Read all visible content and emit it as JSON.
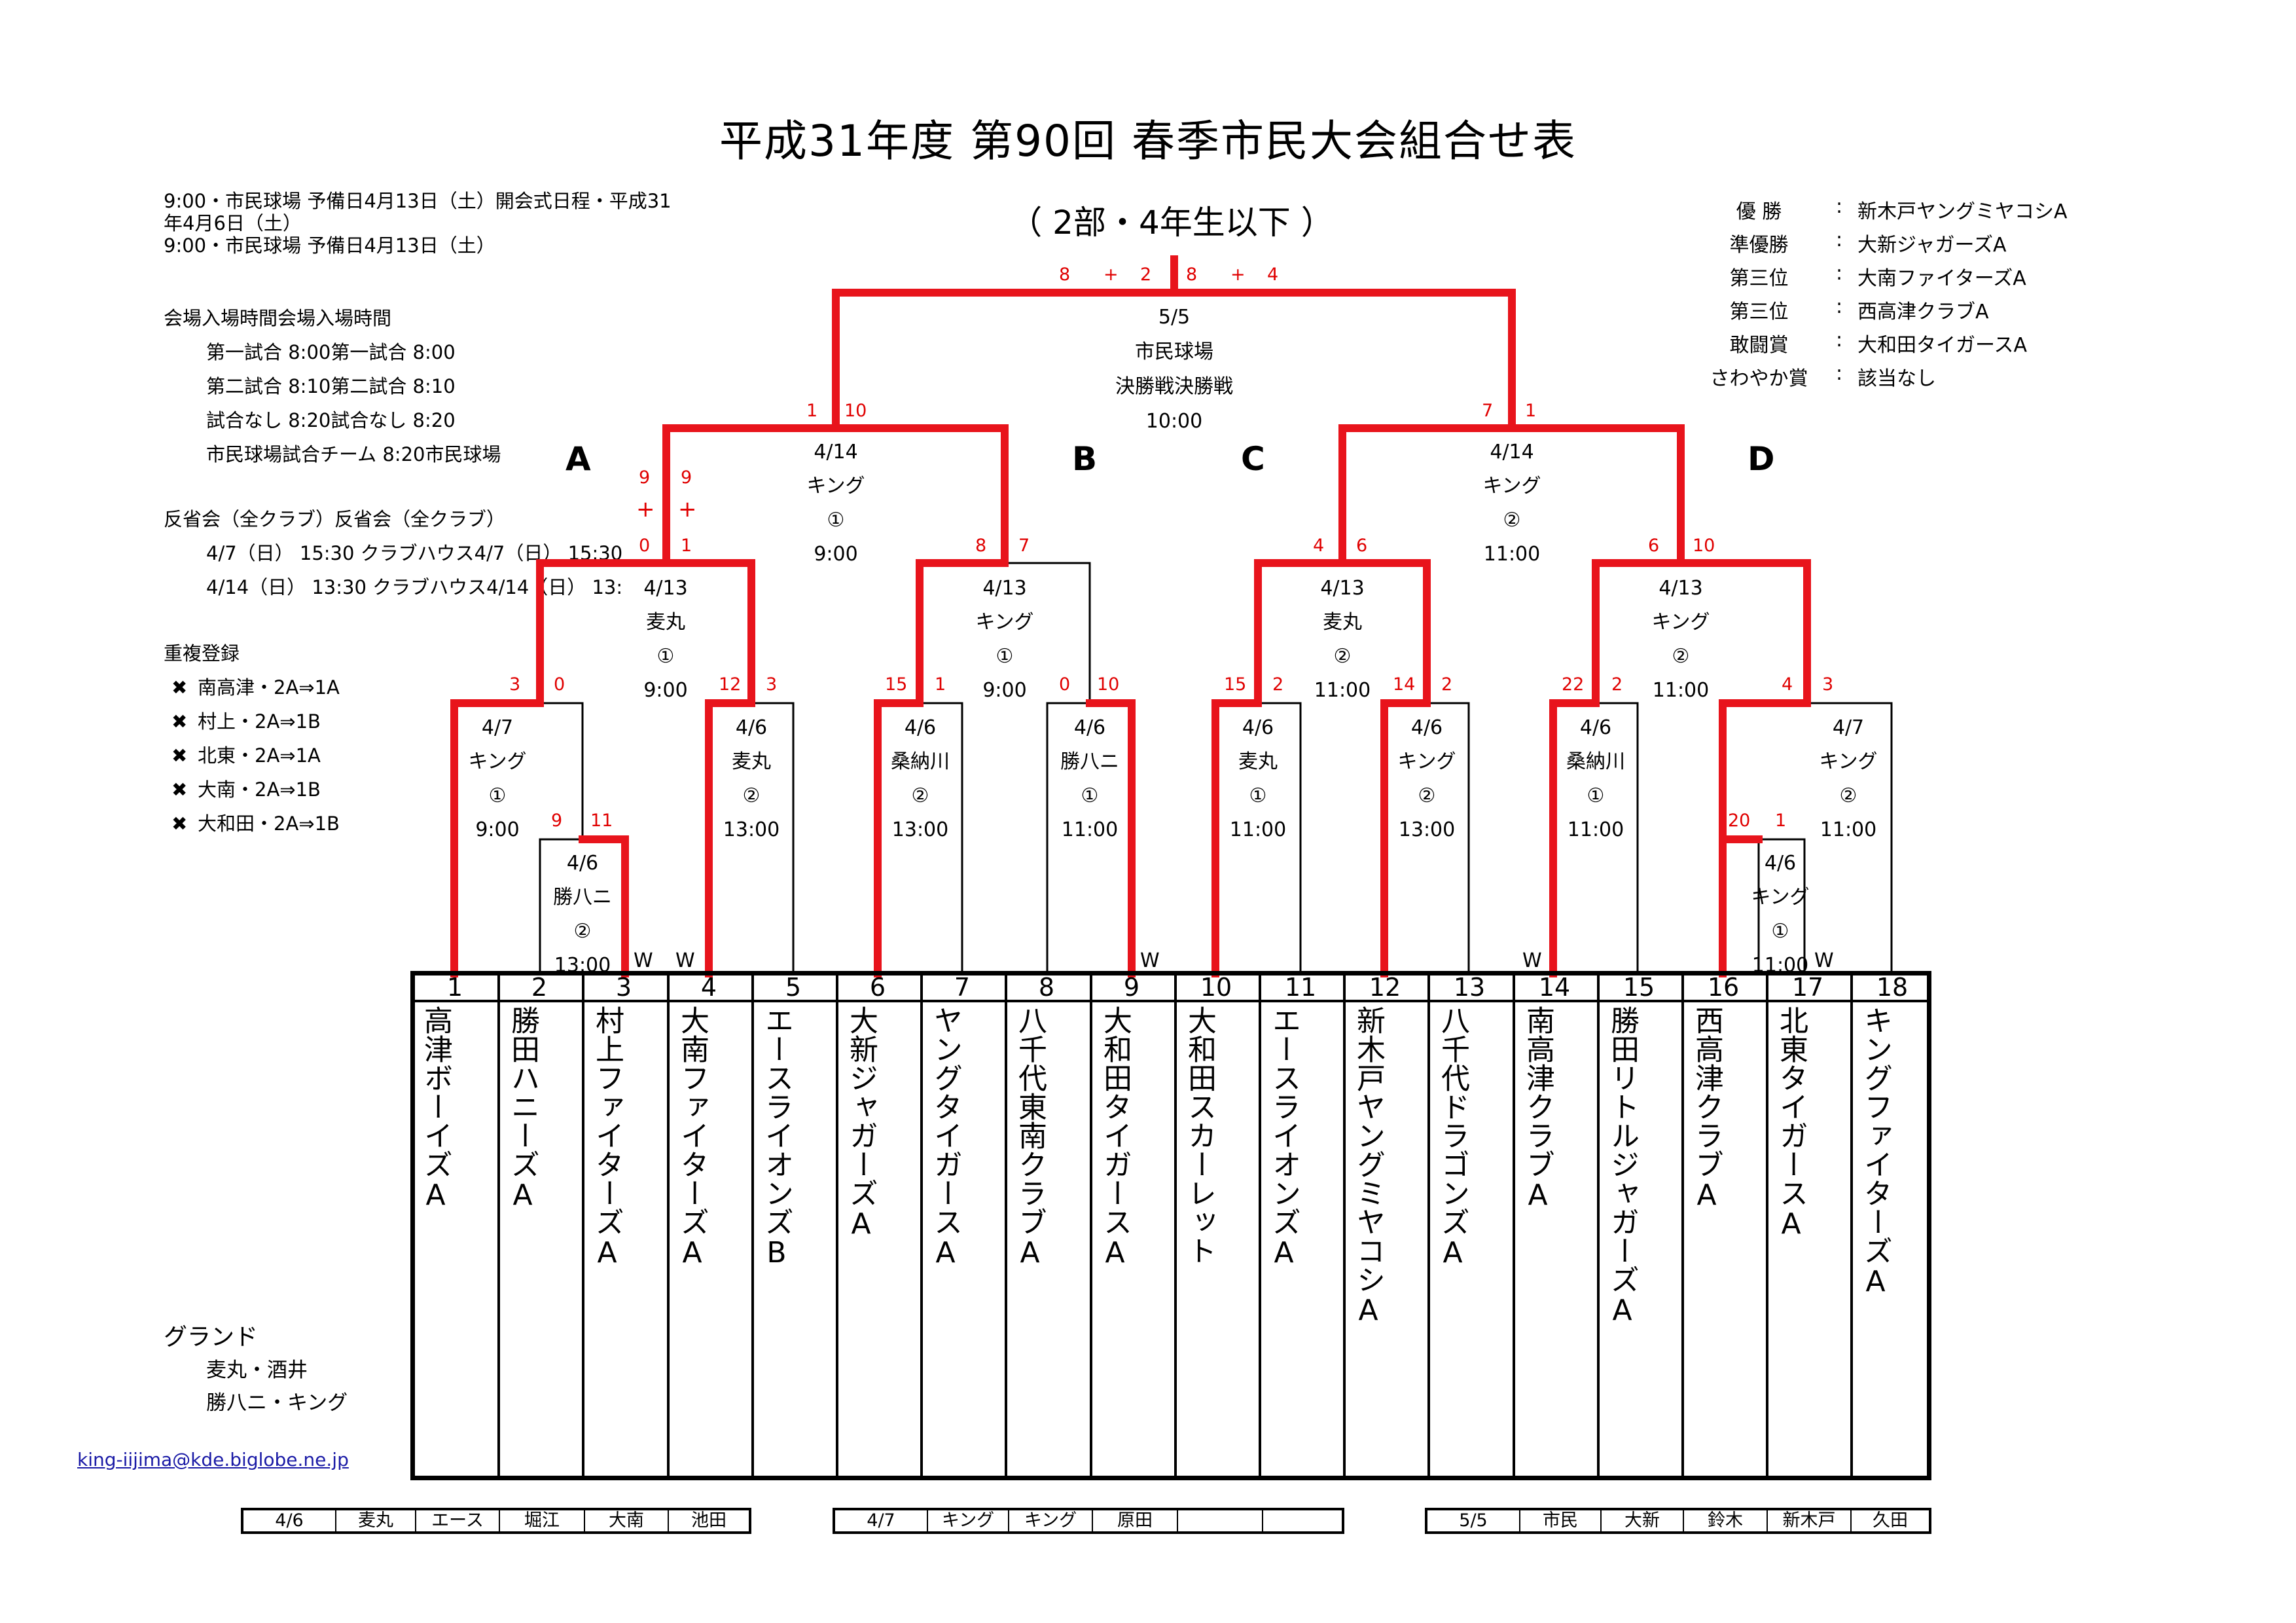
{
  "title": "平成31年度 第90回 春季市民大会組合せ表",
  "subtitle": "（ 2部・4年生以下 ）",
  "left_notes": {
    "schedule": [
      "9:00・市民球場 予備日4月13日（土）開会式日程・平成31",
      "年4月6日（土）",
      "9:00・市民球場 予備日4月13日（土）"
    ],
    "entry_title": "会場入場時間会場入場時間",
    "entry_lines": [
      "第一試合 8:00第一試合 8:00",
      "第二試合 8:10第二試合 8:10",
      "試合なし 8:20試合なし 8:20",
      "市民球場試合チーム 8:20市民球場"
    ],
    "review_title": "反省会（全クラブ）反省会（全クラブ）",
    "review_lines": [
      "4/7（日） 15:30 クラブハウス4/7（日） 15:30",
      "4/14（日） 13:30 クラブハウス4/14（日） 13:"
    ],
    "dup_title": "重複登録",
    "dup_mark": "✖",
    "dup_lines": [
      "南高津・2A⇒1A",
      "村上・2A⇒1B",
      "北東・2A⇒1A",
      "大南・2A⇒1B",
      "大和田・2A⇒1B"
    ],
    "ground_title": "グランド",
    "ground_lines": [
      "麦丸・酒井",
      "勝八ニ・キング"
    ],
    "email": "king-iijima@kde.biglobe.ne.jp"
  },
  "results": [
    {
      "label": "優 勝",
      "colon": ":",
      "value": "新木戸ヤングミヤコシA"
    },
    {
      "label": "準優勝",
      "colon": ":",
      "value": "大新ジャガーズA"
    },
    {
      "label": "第三位",
      "colon": ":",
      "value": "大南ファイターズA"
    },
    {
      "label": "第三位",
      "colon": ":",
      "value": "西高津クラブA"
    },
    {
      "label": "敢闘賞",
      "colon": ":",
      "value": "大和田タイガースA"
    },
    {
      "label": "さわやか賞",
      "colon": ":",
      "value": "該当なし"
    }
  ],
  "blocks": [
    "A",
    "B",
    "C",
    "D"
  ],
  "colors": {
    "winner_line": "#e8141c",
    "score": "#e00000",
    "line": "#000000",
    "link": "#1a1aa6"
  },
  "teams": [
    {
      "num": "1",
      "name": "高津ボーイズA"
    },
    {
      "num": "2",
      "name": "勝田ハニーズA"
    },
    {
      "num": "3",
      "name": "村上ファイターズA"
    },
    {
      "num": "4",
      "name": "大南ファイターズA"
    },
    {
      "num": "5",
      "name": "エースライオンズB"
    },
    {
      "num": "6",
      "name": "大新ジャガーズA"
    },
    {
      "num": "7",
      "name": "ヤングタイガースA"
    },
    {
      "num": "8",
      "name": "八千代東南クラブA"
    },
    {
      "num": "9",
      "name": "大和田タイガースA"
    },
    {
      "num": "10",
      "name": "大和田スカーレット"
    },
    {
      "num": "11",
      "name": "エースライオンズA"
    },
    {
      "num": "12",
      "name": "新木戸ヤングミヤコシA"
    },
    {
      "num": "13",
      "name": "八千代ドラゴンズA"
    },
    {
      "num": "14",
      "name": "南高津クラブA"
    },
    {
      "num": "15",
      "name": "勝田リトルジャガーズA"
    },
    {
      "num": "16",
      "name": "西高津クラブA"
    },
    {
      "num": "17",
      "name": "北東タイガースA"
    },
    {
      "num": "18",
      "name": "キングファイターズA"
    }
  ],
  "matches": [
    {
      "id": "r0-m1",
      "lines": [
        "4/6",
        "勝八ニ",
        "②",
        "13:00"
      ],
      "scores": [
        "9",
        "11"
      ]
    },
    {
      "id": "r0-m2",
      "lines": [
        "4/6",
        "キング",
        "①",
        "11:00"
      ],
      "scores": [
        "20",
        "1"
      ]
    },
    {
      "id": "r1-m1",
      "lines": [
        "4/7",
        "キング",
        "①",
        "9:00"
      ],
      "scores": [
        "3",
        "0"
      ]
    },
    {
      "id": "r1-m2",
      "lines": [
        "4/6",
        "麦丸",
        "②",
        "13:00"
      ],
      "scores": [
        "12",
        "3"
      ]
    },
    {
      "id": "r1-m3",
      "lines": [
        "4/6",
        "桑納川",
        "②",
        "13:00"
      ],
      "scores": [
        "15",
        "1"
      ]
    },
    {
      "id": "r1-m4",
      "lines": [
        "4/6",
        "勝八ニ",
        "①",
        "11:00"
      ],
      "scores": [
        "0",
        "10"
      ]
    },
    {
      "id": "r1-m5",
      "lines": [
        "4/6",
        "麦丸",
        "①",
        "11:00"
      ],
      "scores": [
        "15",
        "2"
      ]
    },
    {
      "id": "r1-m6",
      "lines": [
        "4/6",
        "キング",
        "②",
        "13:00"
      ],
      "scores": [
        "14",
        "2"
      ]
    },
    {
      "id": "r1-m7",
      "lines": [
        "4/6",
        "桑納川",
        "①",
        "11:00"
      ],
      "scores": [
        "22",
        "2"
      ]
    },
    {
      "id": "r1-m8",
      "lines": [
        "4/7",
        "キング",
        "②",
        "11:00"
      ],
      "scores": [
        "4",
        "3"
      ]
    },
    {
      "id": "r2-m1",
      "lines": [
        "4/13",
        "麦丸",
        "①",
        "9:00"
      ],
      "scores": [
        "0",
        "1"
      ],
      "pre": [
        "9",
        "9"
      ]
    },
    {
      "id": "r2-m2",
      "lines": [
        "4/13",
        "キング",
        "①",
        "9:00"
      ],
      "scores": [
        "8",
        "7"
      ]
    },
    {
      "id": "r2-m3",
      "lines": [
        "4/13",
        "麦丸",
        "②",
        "11:00"
      ],
      "scores": [
        "4",
        "6"
      ]
    },
    {
      "id": "r2-m4",
      "lines": [
        "4/13",
        "キング",
        "②",
        "11:00"
      ],
      "scores": [
        "6",
        "10"
      ]
    },
    {
      "id": "r3-m1",
      "lines": [
        "4/14",
        "キング",
        "①",
        "9:00"
      ],
      "scores": [
        "1",
        "10"
      ]
    },
    {
      "id": "r3-m2",
      "lines": [
        "4/14",
        "キング",
        "②",
        "11:00"
      ],
      "scores": [
        "7",
        "1"
      ]
    },
    {
      "id": "final",
      "lines": [
        "5/5",
        "市民球場",
        "決勝戦決勝戦",
        "10:00"
      ],
      "scores": [
        "8",
        "+",
        "2",
        "8",
        "+",
        "4"
      ]
    }
  ],
  "plus": "+",
  "walkover": "W",
  "umpire_tables": [
    [
      "4/6",
      "麦丸",
      "エース",
      "堀江",
      "大南",
      "池田"
    ],
    [
      "4/7",
      "キング",
      "キング",
      "原田",
      "",
      ""
    ],
    [
      "5/5",
      "市民",
      "大新",
      "鈴木",
      "新木戸",
      "久田"
    ]
  ]
}
